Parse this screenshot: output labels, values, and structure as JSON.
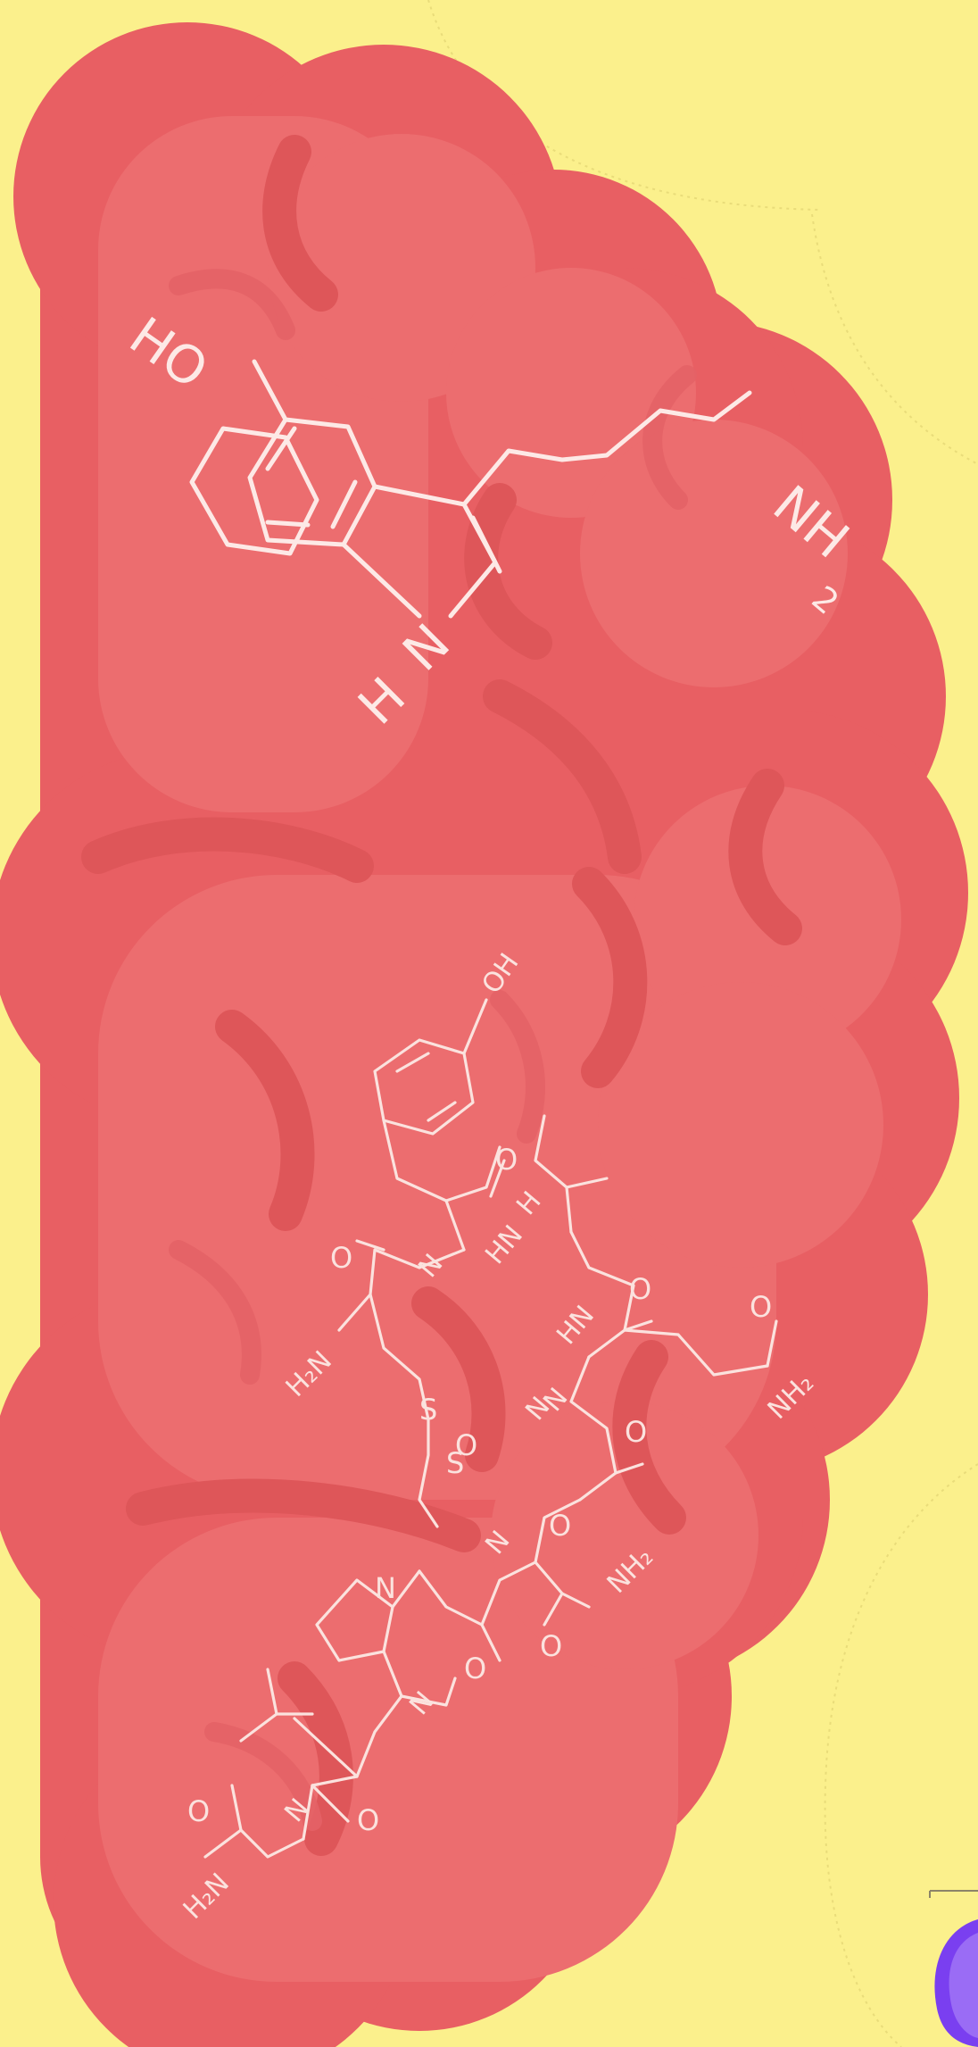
{
  "colors": {
    "background": "#fbf08c",
    "brain_base": "#e85f63",
    "brain_light": "#ec6d6f",
    "brain_shadow": "#dc5458",
    "molecule_line": "#fde9e6",
    "corner_accent": "#7a3ff0"
  },
  "serotonin": {
    "hydroxyl": "HO",
    "amine": "NH",
    "amine_subscript": "2",
    "ring_nitrogen": "N",
    "ring_hydrogen": "H"
  },
  "oxytocin": {
    "phenol": "OH",
    "carbonyl_1": "O",
    "carbonyl_2": "O",
    "carbonyl_3": "O",
    "carbonyl_4": "O",
    "carbonyl_5": "O",
    "carbonyl_6": "O",
    "carbonyl_7": "O",
    "carbonyl_8": "O",
    "carbonyl_9": "O",
    "carbonyl_10": "O",
    "carbonyl_11": "O",
    "amide_1": "HN",
    "amide_2": "HN",
    "amine_n_1": "N",
    "amine_n_2": "N",
    "amine_n_3": "N",
    "amine_n_4": "N",
    "amine_n_5": "N",
    "amine_n_6": "N",
    "amine_h_1": "H",
    "terminal_amine": "H₂N",
    "amide_nh2_1": "NH₂",
    "amide_nh2_2": "NH₂",
    "terminal_amide": "H₂N",
    "sulfur_1": "S",
    "sulfur_2": "S",
    "proline_n": "N"
  }
}
